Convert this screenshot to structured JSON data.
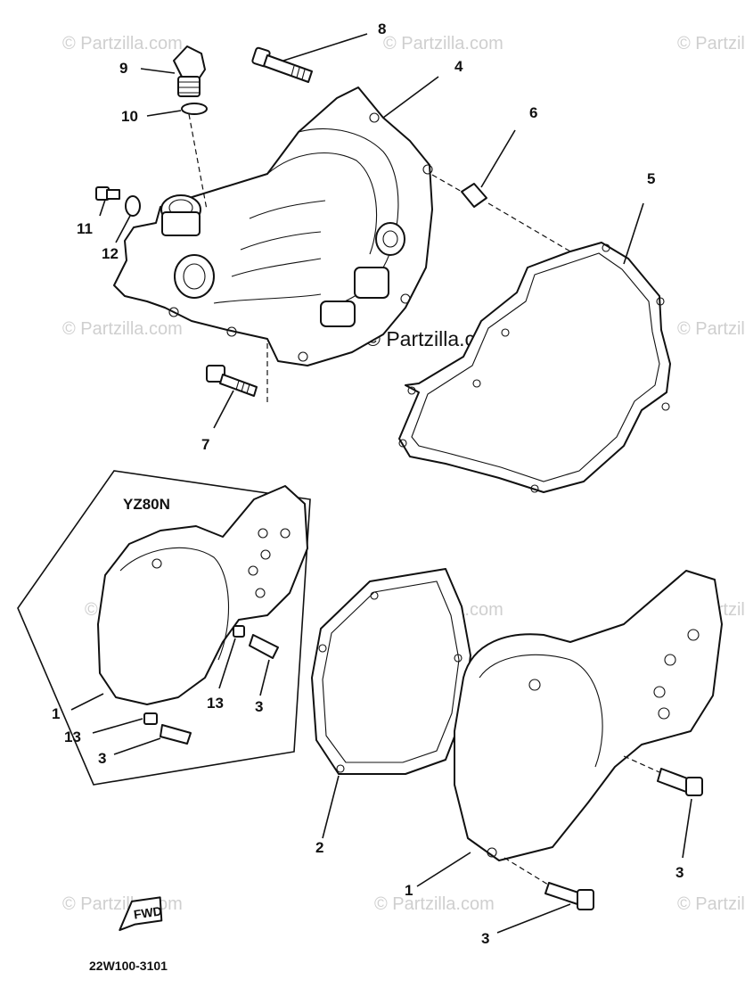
{
  "diagram": {
    "watermark": "© Partzilla.com",
    "variant_label": "YZ80N",
    "fwd_label": "FWD",
    "drawing_code": "22W100-3101",
    "callouts": [
      "1",
      "2",
      "3",
      "4",
      "5",
      "6",
      "7",
      "8",
      "9",
      "10",
      "11",
      "12",
      "13"
    ]
  }
}
